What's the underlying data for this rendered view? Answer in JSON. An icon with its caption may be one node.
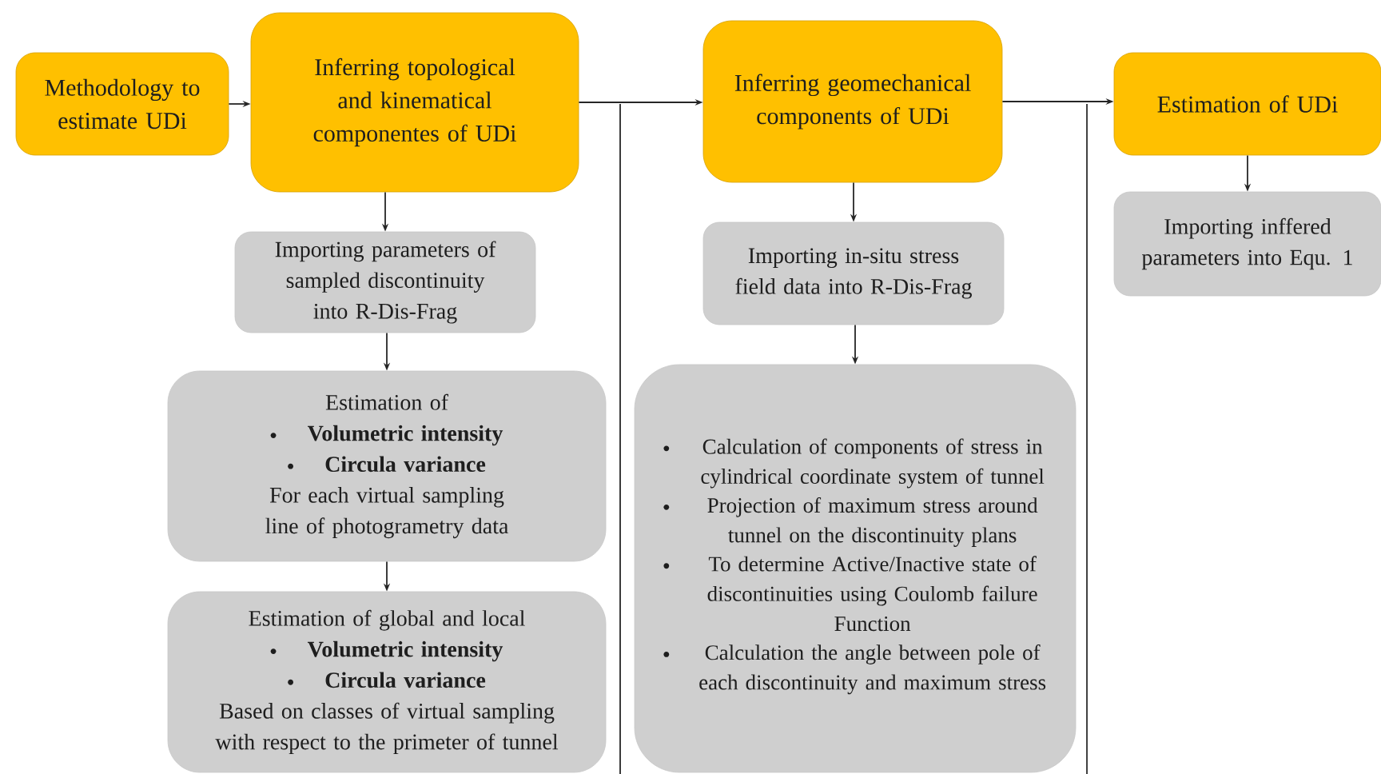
{
  "diagram": {
    "nodes": [
      {
        "text": [
          "Methodology to estimate UDi"
        ]
      },
      {
        "text": [
          "Inferring topological and kinematical componentes of UDi"
        ]
      },
      {
        "text": [
          "Importing parameters of sampled discontinuity into R-Dis-Frag"
        ]
      },
      {
        "text": [
          "Estimation of",
          "Volumetric intensity",
          "Circula variance",
          "For each virtual sampling line of photogrametry data"
        ]
      },
      {
        "text": [
          "Estimation of global and local",
          "Volumetric intensity",
          "Circula variance",
          "Based on classes of virtual sampling with respect to the primeter of tunnel"
        ]
      },
      {
        "text": [
          "Inferring geomechanical components of UDi"
        ]
      },
      {
        "text": [
          "Importing in-situ stress field data into R-Dis-Frag"
        ]
      },
      {
        "text": [
          "Calculation of components of stress in cylindrical coordinate system of tunnel",
          "Projection of maximum stress around tunnel on the discontinuity plans",
          "To determine Active/Inactive state of discontinuities using Coulomb failure Function",
          "Calculation the angle between pole of each discontinuity and maximum stress"
        ]
      },
      {
        "text": [
          "Estimation of UDi"
        ]
      },
      {
        "text": [
          "Importing inffered parameters into Equ. 1"
        ]
      }
    ],
    "edges": [
      {
        "from": 0,
        "to": 1,
        "arrow": "to"
      },
      {
        "from": 1,
        "to": 2,
        "arrow": "to"
      },
      {
        "from": 2,
        "to": 3,
        "arrow": "to"
      },
      {
        "from": 3,
        "to": 4,
        "arrow": "to"
      },
      {
        "from": 1,
        "to": 5,
        "arrow": "to"
      },
      {
        "from": 5,
        "to": 6,
        "arrow": "to"
      },
      {
        "from": 6,
        "to": 7,
        "arrow": "to"
      },
      {
        "from": 5,
        "to": 8,
        "arrow": "to"
      },
      {
        "from": 8,
        "to": 9,
        "arrow": "to"
      }
    ]
  }
}
